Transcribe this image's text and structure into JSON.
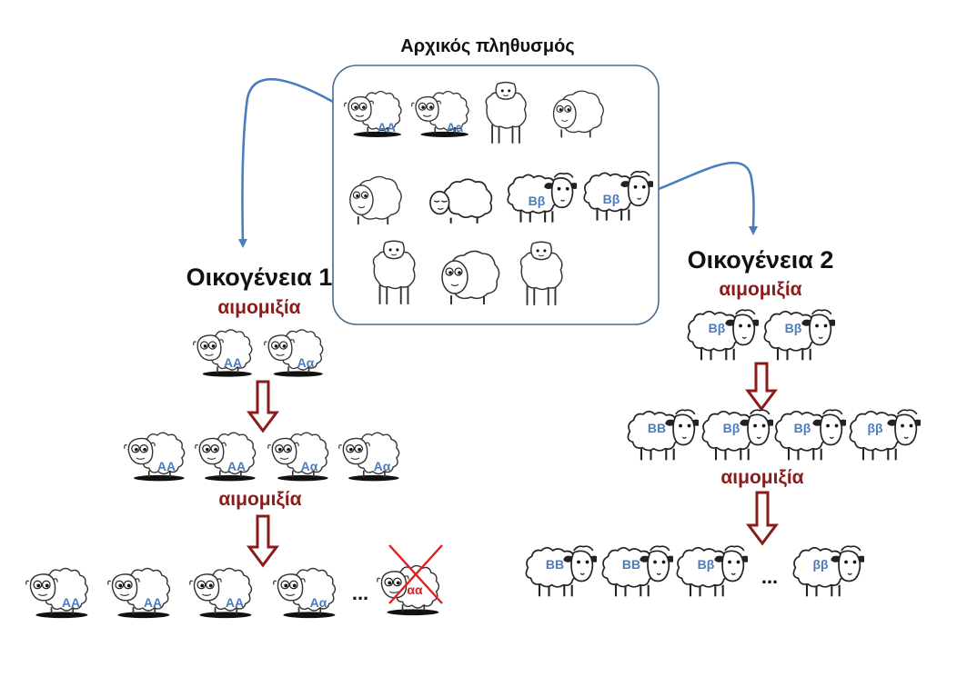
{
  "diagram": {
    "title": "Αρχικός πληθυσμός",
    "family1": {
      "title": "Οικογένεια 1",
      "inbreeding_label_1": "αιμομιξία",
      "inbreeding_label_2": "αιμομιξία",
      "parents": [
        "AA",
        "Aα"
      ],
      "generation_2": [
        "AA",
        "AA",
        "Aα",
        "Aα"
      ],
      "generation_3": [
        "AA",
        "AA",
        "AA",
        "Aα"
      ],
      "ellipsis": "...",
      "eliminated": "αα"
    },
    "family2": {
      "title": "Οικογένεια 2",
      "inbreeding_label_1": "αιμομιξία",
      "inbreeding_label_2": "αιμομιξία",
      "parents": [
        "Bβ",
        "Bβ"
      ],
      "generation_2": [
        "BB",
        "Bβ",
        "Bβ",
        "ββ"
      ],
      "generation_3": [
        "BB",
        "BB",
        "Bβ"
      ],
      "ellipsis": "...",
      "last": "ββ"
    },
    "initial_population": {
      "row1": [
        "AA",
        "Aα",
        "",
        ""
      ],
      "row2": [
        "",
        "",
        "Bβ",
        "Bβ"
      ],
      "row3": [
        "",
        "",
        ""
      ]
    },
    "colors": {
      "genotype": "#4a7cc0",
      "inbreeding": "#8b1a1a",
      "arrow_blue": "#4a7cc0",
      "cross": "#e02020"
    }
  }
}
